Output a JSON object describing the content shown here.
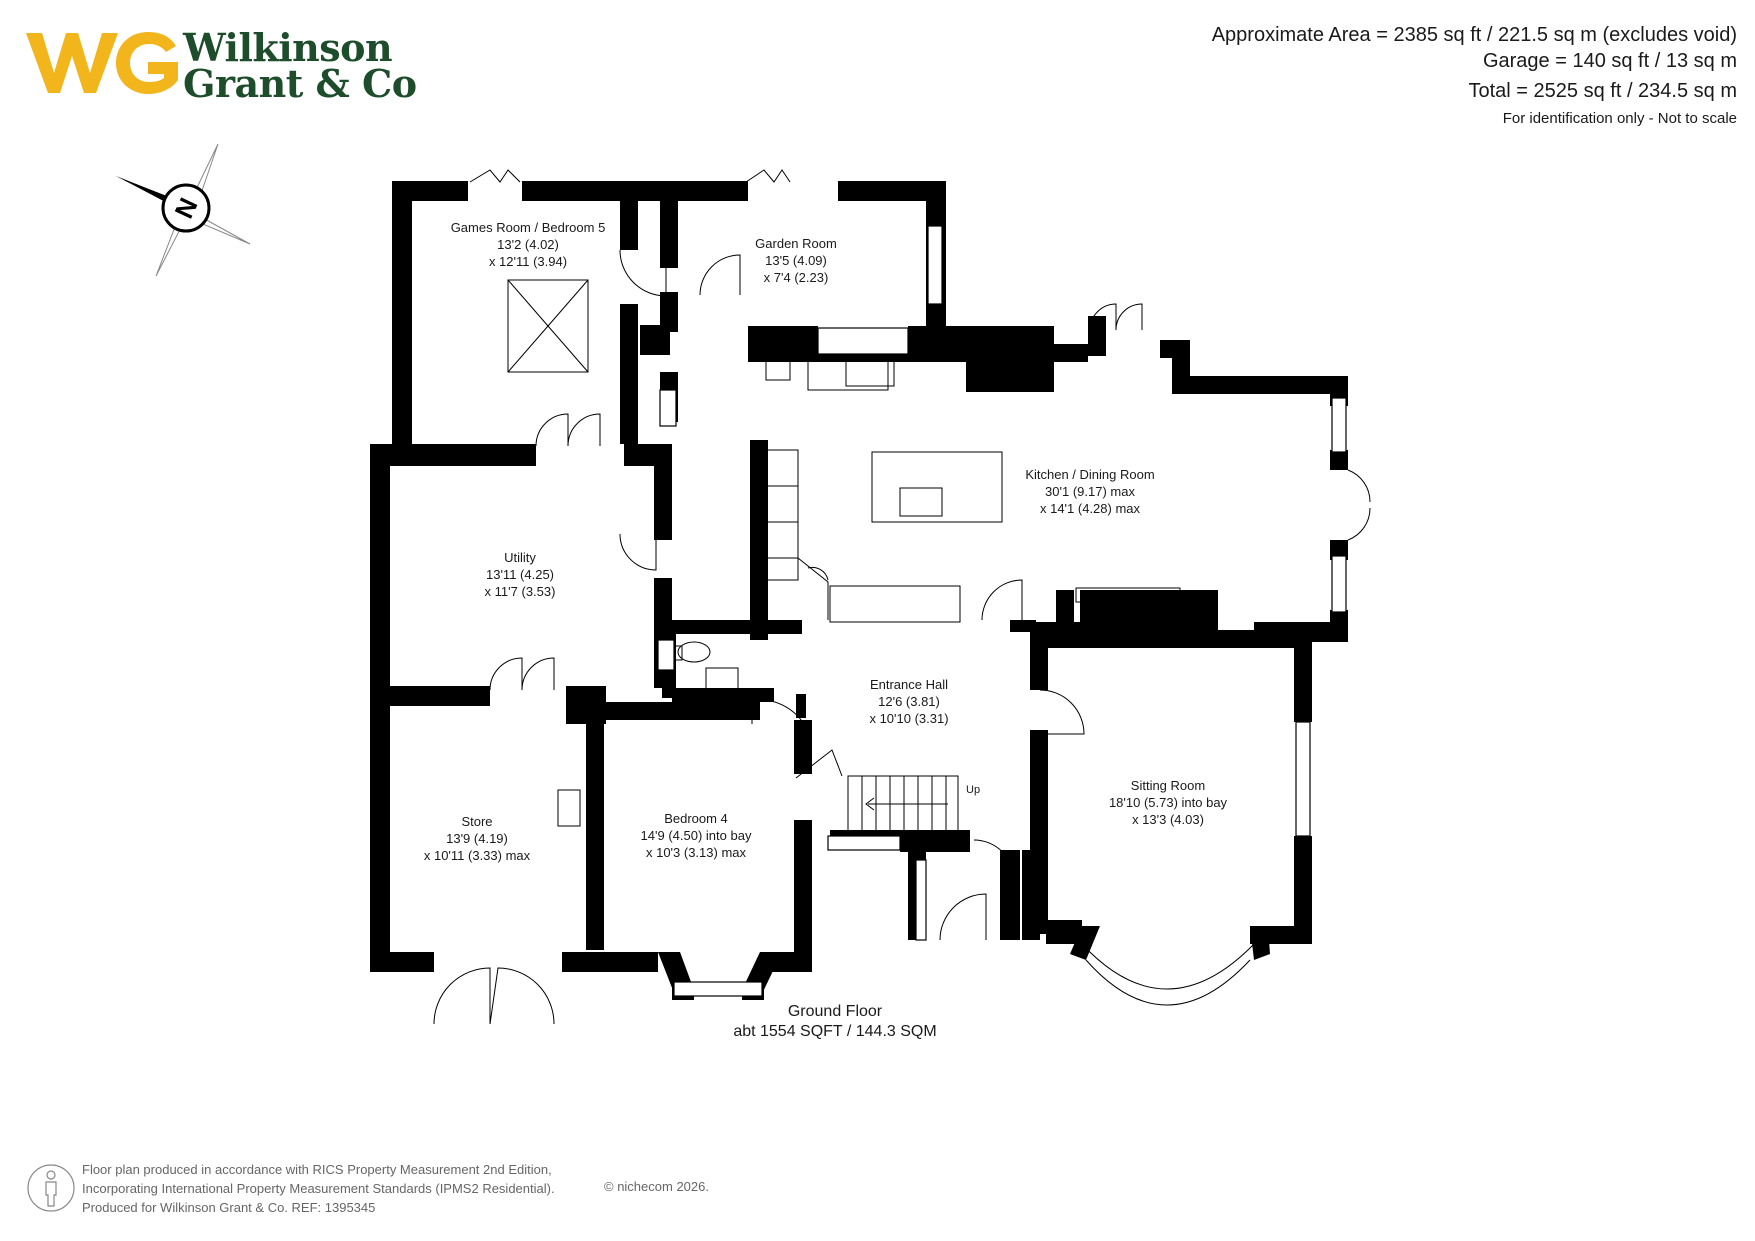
{
  "brand": {
    "logo_monogram": "WG",
    "name_line1": "Wilkinson",
    "name_line2": "Grant & Co"
  },
  "areas": {
    "approximate": "Approximate Area = 2385 sq ft / 221.5 sq m (excludes void)",
    "garage": "Garage = 140 sq ft / 13 sq m",
    "total": "Total = 2525 sq ft / 234.5 sq m",
    "disclaimer": "For identification only - Not to scale"
  },
  "compass": {
    "icon": "compass-icon",
    "label": "N"
  },
  "rooms": [
    {
      "id": "games-room",
      "name": "Games Room / Bedroom 5",
      "dim1": "13'2 (4.02)",
      "dim2": "x 12'11 (3.94)"
    },
    {
      "id": "garden-room",
      "name": "Garden Room",
      "dim1": "13'5 (4.09)",
      "dim2": "x 7'4 (2.23)"
    },
    {
      "id": "kitchen-dining",
      "name": "Kitchen / Dining Room",
      "dim1": "30'1 (9.17) max",
      "dim2": "x 14'1 (4.28) max"
    },
    {
      "id": "utility",
      "name": "Utility",
      "dim1": "13'11 (4.25)",
      "dim2": "x 11'7 (3.53)"
    },
    {
      "id": "entrance-hall",
      "name": "Entrance Hall",
      "dim1": "12'6 (3.81)",
      "dim2": "x 10'10 (3.31)"
    },
    {
      "id": "sitting-room",
      "name": "Sitting Room",
      "dim1": "18'10 (5.73) into bay",
      "dim2": "x 13'3 (4.03)"
    },
    {
      "id": "store",
      "name": "Store",
      "dim1": "13'9 (4.19)",
      "dim2": "x 10'11 (3.33) max"
    },
    {
      "id": "bedroom-4",
      "name": "Bedroom 4",
      "dim1": "14'9 (4.50) into bay",
      "dim2": "x 10'3 (3.13) max"
    }
  ],
  "stairs_label": "Up",
  "floor": {
    "name": "Ground Floor",
    "area": "abt 1554 SQFT / 144.3 SQM"
  },
  "footer": {
    "line1": "Floor plan produced in accordance with RICS Property Measurement 2nd Edition,",
    "line2": "Incorporating International Property Measurement Standards (IPMS2 Residential).",
    "line3": "Produced for Wilkinson Grant & Co.   REF: 1395345",
    "copyright": "© nichecom   2026."
  },
  "colors": {
    "wall": "#000000",
    "brand_yellow": "#f2b51c",
    "brand_green": "#1e4d2b",
    "text": "#1a1a1a",
    "footer_text": "#666666"
  }
}
